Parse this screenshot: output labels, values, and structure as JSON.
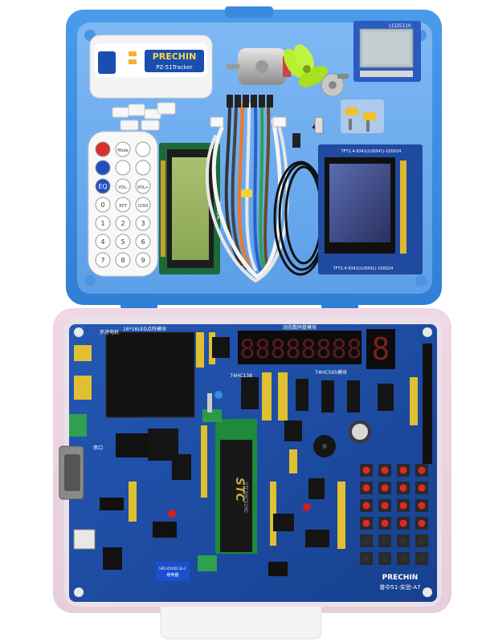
{
  "tracker": {
    "brand": "PRECHIN",
    "model": "PZ-51Tracker"
  },
  "lcd_module": {
    "label": "LCD5110"
  },
  "remote": {
    "keys": [
      "",
      "Mode",
      "",
      "",
      "",
      "",
      "EQ",
      "VOL-",
      "VOL+",
      "0",
      "RPT",
      "U/SD",
      "1",
      "2",
      "3",
      "4",
      "5",
      "6",
      "7",
      "8",
      "9"
    ]
  },
  "lcd1602": {
    "label": "1602A"
  },
  "tft_module": {
    "top_label": "TFT2.4-9341(ILI9341)-100024",
    "bottom_label": "TFT2.4-9341(ILI9341)-100024"
  },
  "board": {
    "matrix_label": "16*16LED点阵模块",
    "seg_label": "动态数码管模块",
    "seg_digits": [
      "8",
      "8",
      "8",
      "8",
      "8",
      "8",
      "8",
      "8"
    ],
    "single_digit": "8",
    "chip_brand": "STC",
    "chip_model": "STC89C52RC",
    "ic_label": "74HC595模块",
    "ic_label2": "74HC138",
    "relay_label": "继电器",
    "relay_model": "SRD-05VDC-SL-C",
    "brand": "PRECHIN",
    "model": "普中51-实验-A7",
    "tag": "步进电机",
    "tag2": "串口"
  },
  "colors": {
    "case_blue": "#3f8fe0",
    "case_blue_dark": "#2a6fc0",
    "tray_blue": "#6aaaf0",
    "pcb_blue": "#1f4fa8",
    "case_pink": "#f2dde8",
    "red_led": "#ff2020",
    "yellow_header": "#e8c020"
  }
}
